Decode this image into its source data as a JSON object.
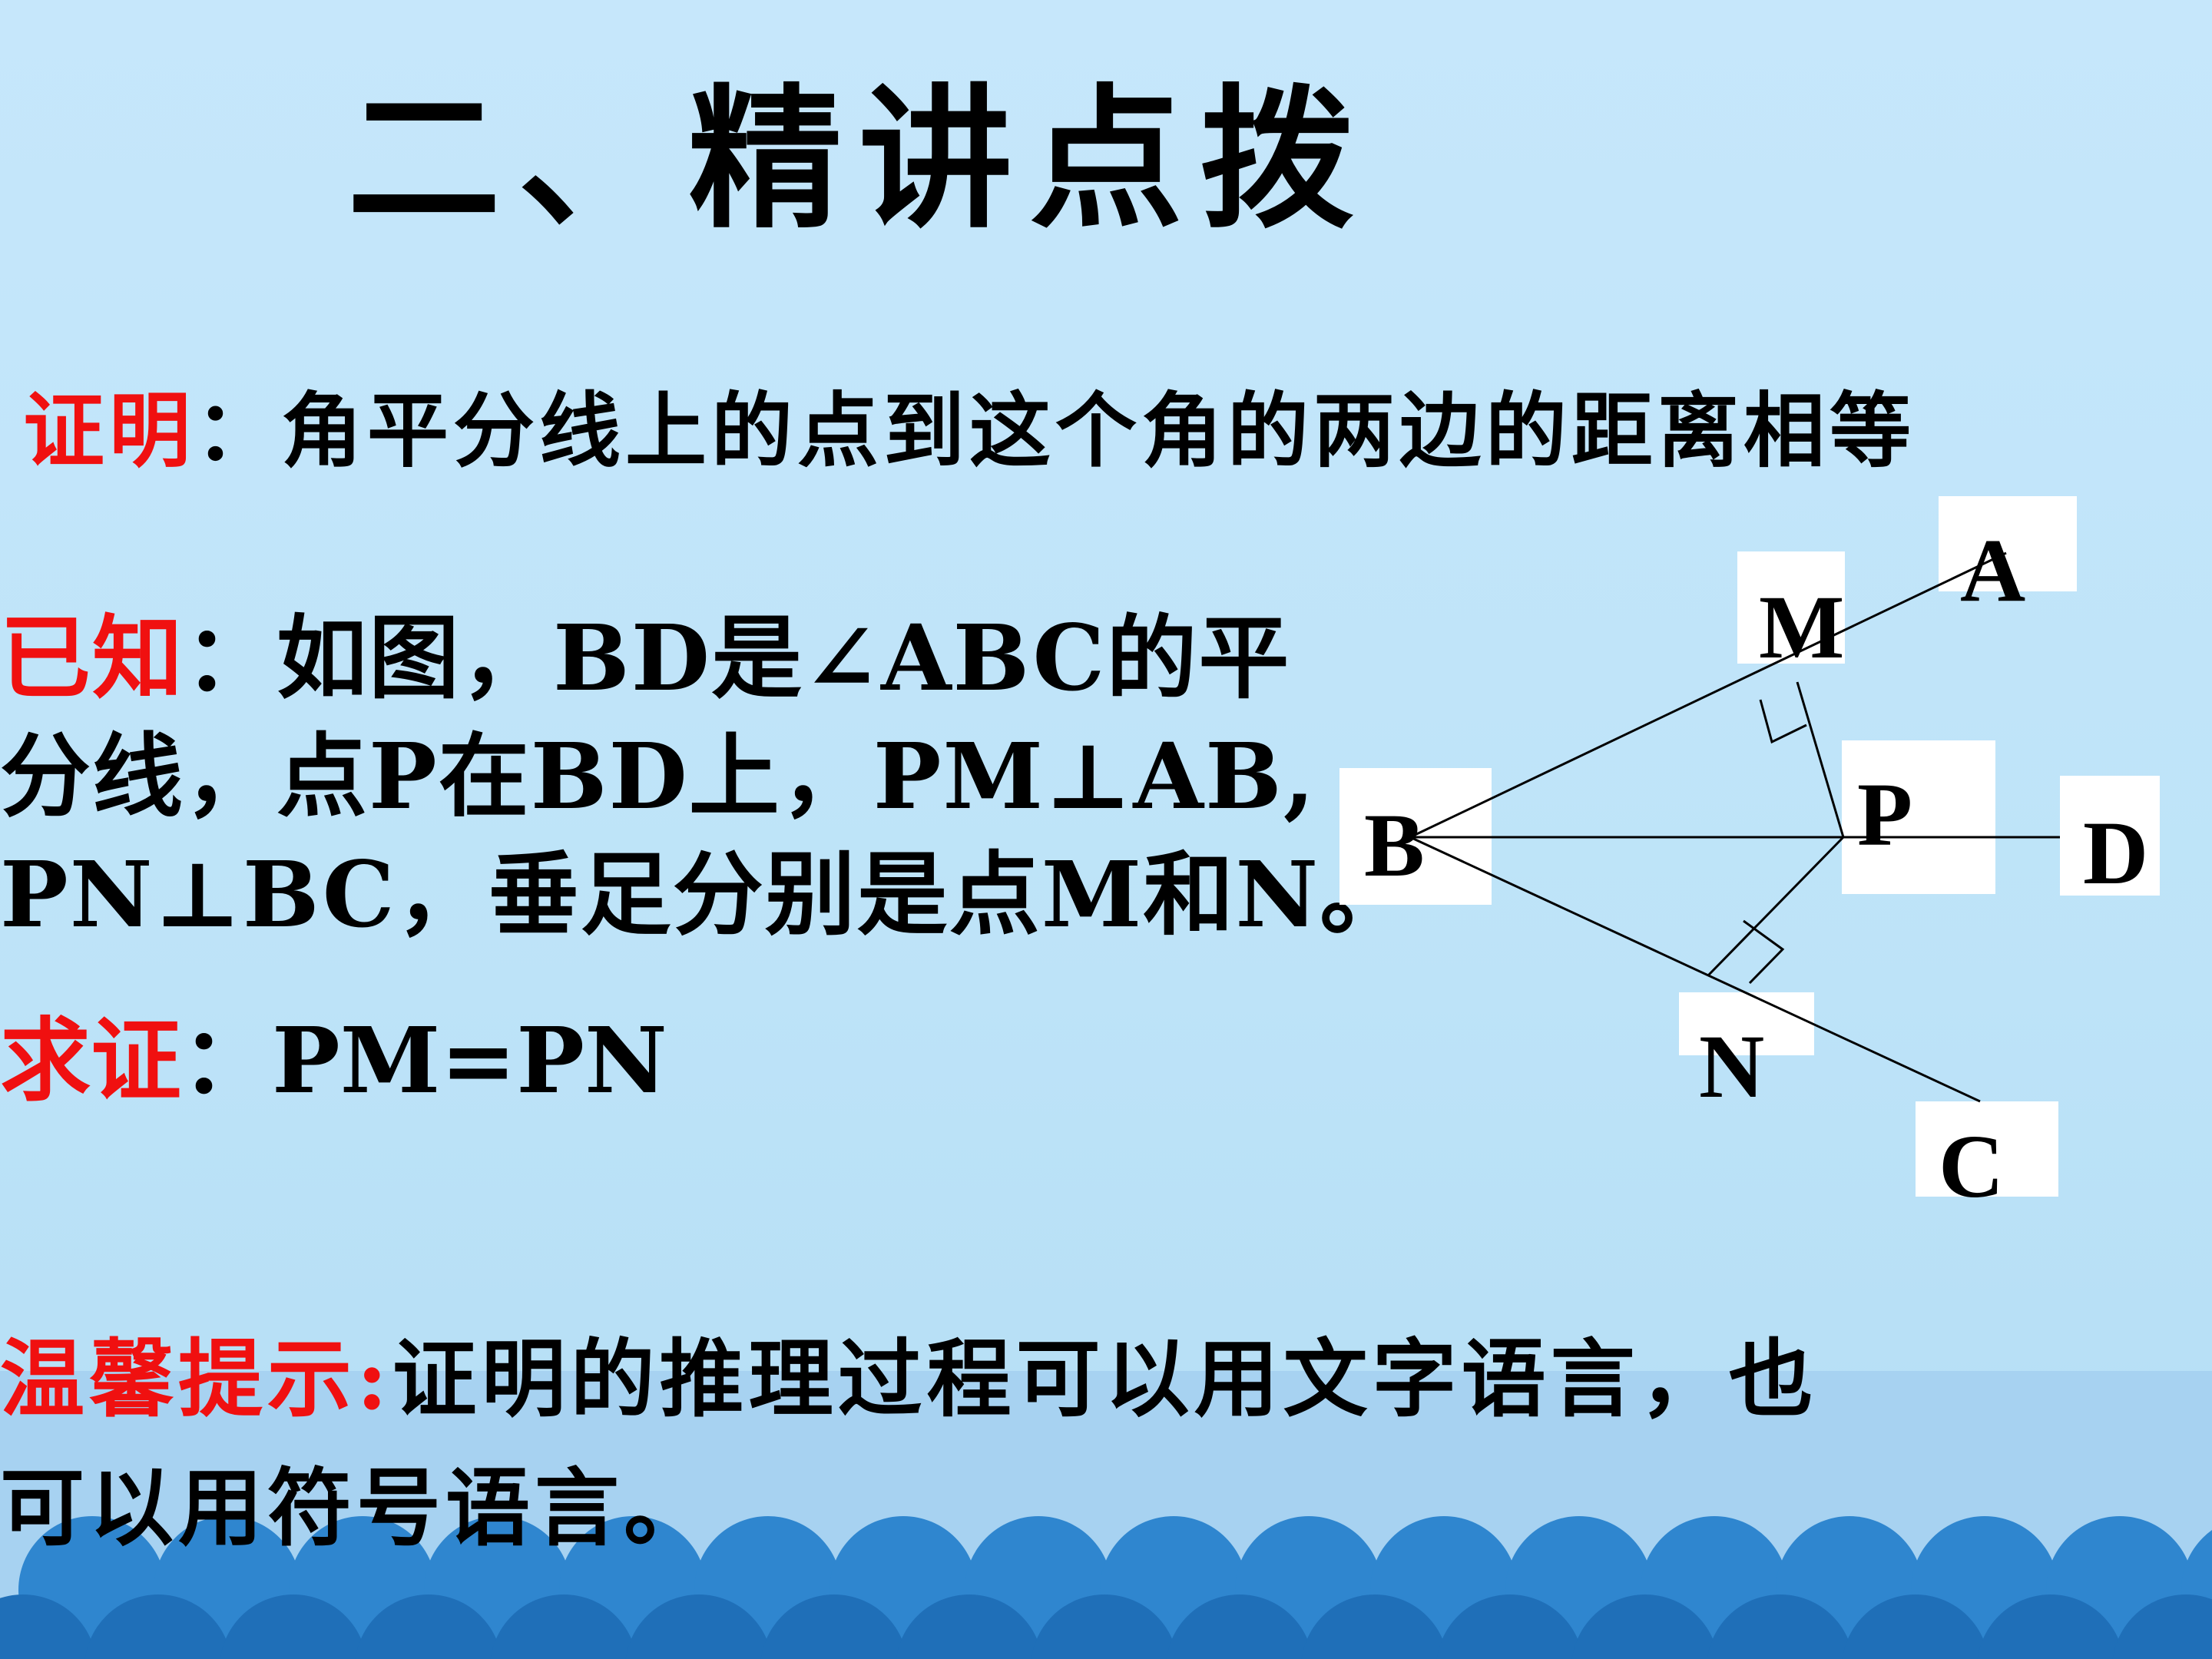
{
  "title": "二、精讲点拨",
  "statement": {
    "label": "证明",
    "colon": "：",
    "text": "角平分线上的点到这个角的两边的距离相等"
  },
  "given": {
    "label": "已知",
    "colon": "：",
    "line1": "如图，BD是∠ABC的平",
    "line2": "分线，点P在BD上，PM⊥AB,",
    "line3": "PN⊥BC，垂足分别是点M和N。"
  },
  "prove": {
    "label": "求证",
    "colon": "：",
    "text": "PM=PN"
  },
  "tip": {
    "label": "温馨提示:",
    "line1": "证明的推理过程可以用文字语言，也",
    "line2": "可以用符号语言。"
  },
  "diagram": {
    "labels": {
      "A": "A",
      "M": "M",
      "B": "B",
      "P": "P",
      "D": "D",
      "N": "N",
      "C": "C"
    }
  },
  "colors": {
    "background": "#c4e6fa",
    "highlight": "#f01010",
    "wave_dark": "#2f86cf",
    "wave_light": "#a7d2f1"
  }
}
